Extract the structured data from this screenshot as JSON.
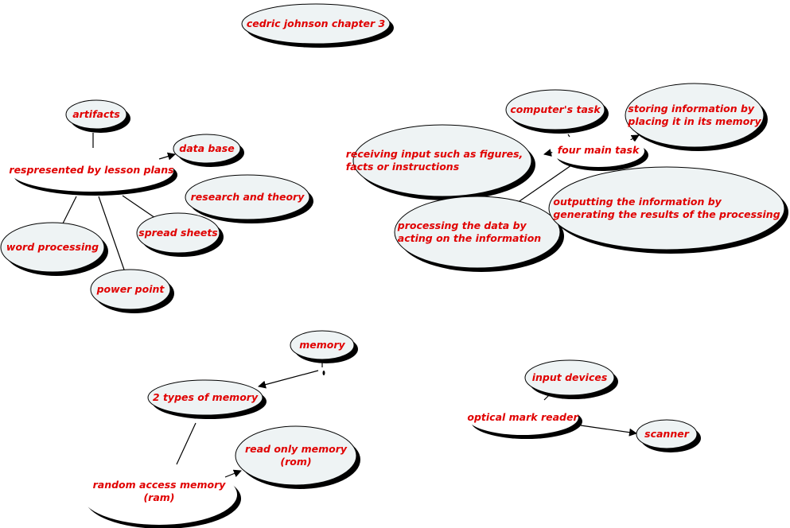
{
  "title": "cedric johnson chapter 3",
  "colors": {
    "text": "#e00000",
    "node_fill": "#eef3f4",
    "outline": "#000000"
  },
  "nodes": [
    {
      "id": "title",
      "lines": [
        "cedric johnson chapter 3"
      ]
    },
    {
      "id": "artifacts",
      "lines": [
        "artifacts"
      ]
    },
    {
      "id": "lesson-plans",
      "lines": [
        "respresented by lesson plans"
      ]
    },
    {
      "id": "data-base",
      "lines": [
        "data base"
      ]
    },
    {
      "id": "research",
      "lines": [
        "research and theory"
      ]
    },
    {
      "id": "spread-sheets",
      "lines": [
        "spread sheets"
      ]
    },
    {
      "id": "word-processing",
      "lines": [
        "word processing"
      ]
    },
    {
      "id": "power-point",
      "lines": [
        "power point"
      ]
    },
    {
      "id": "computers-task",
      "lines": [
        "computer's task"
      ]
    },
    {
      "id": "storing",
      "lines": [
        "storing information by",
        "placing it in its memory"
      ]
    },
    {
      "id": "receiving",
      "lines": [
        "receiving input such as figures,",
        "facts or instructions"
      ]
    },
    {
      "id": "four-main-task",
      "lines": [
        "four main task"
      ]
    },
    {
      "id": "processing",
      "lines": [
        "processing the data by",
        "acting on the information"
      ]
    },
    {
      "id": "outputting",
      "lines": [
        "outputting the information by",
        "generating the results of the processing"
      ]
    },
    {
      "id": "memory",
      "lines": [
        "memory"
      ]
    },
    {
      "id": "two-types",
      "lines": [
        "2 types of memory"
      ]
    },
    {
      "id": "rom",
      "lines": [
        "read only memory",
        "(rom)"
      ]
    },
    {
      "id": "ram",
      "lines": [
        "random access memory",
        "(ram)"
      ]
    },
    {
      "id": "input-devices",
      "lines": [
        "input devices"
      ]
    },
    {
      "id": "optical",
      "lines": [
        "optical mark reader"
      ]
    },
    {
      "id": "scanner",
      "lines": [
        "scanner"
      ]
    }
  ]
}
